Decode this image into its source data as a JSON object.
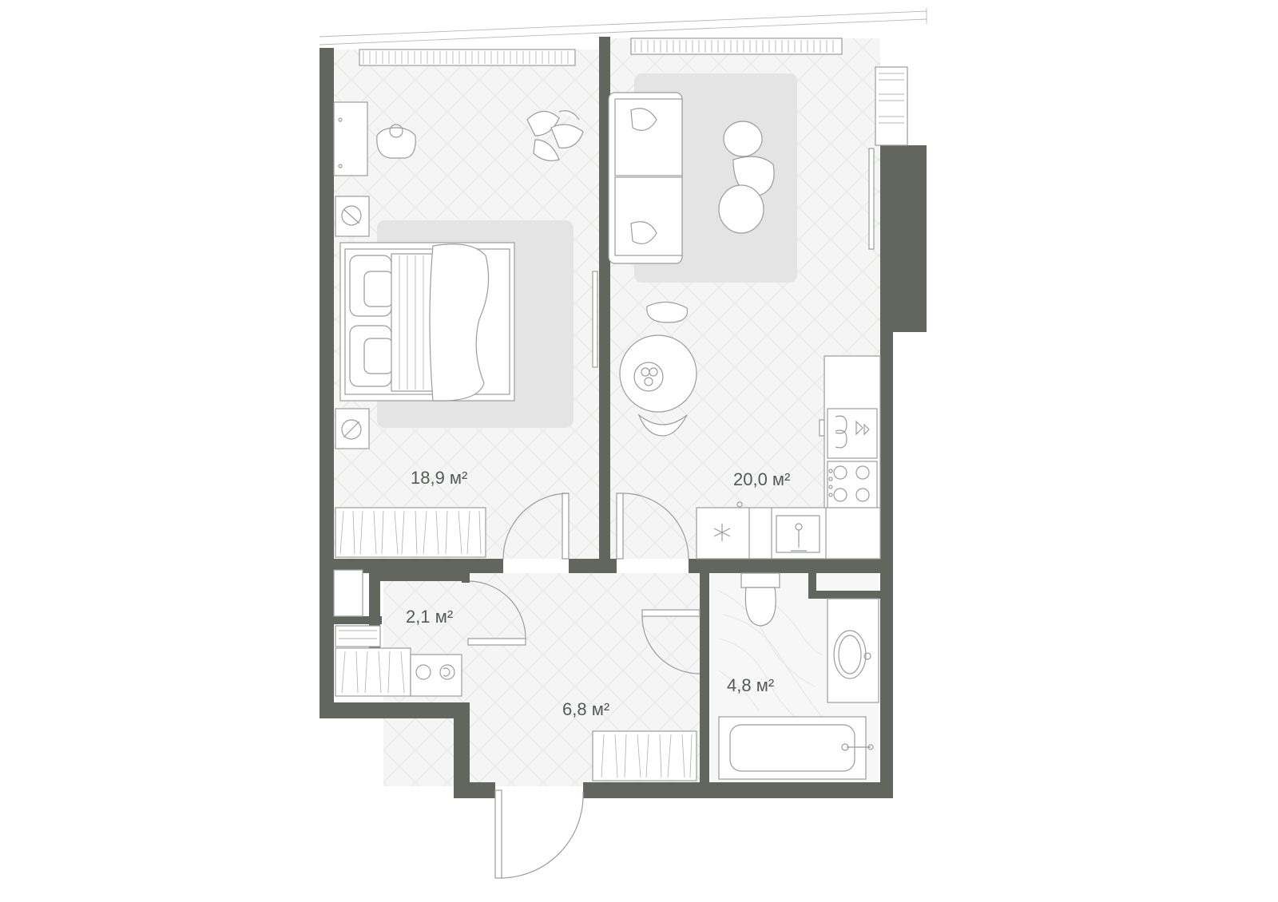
{
  "colors": {
    "wall": "#63665e",
    "floor": "#f4f5f4",
    "rug": "#e3e4e3",
    "furniture_stroke": "#9a9e9b",
    "label": "#555a57"
  },
  "rooms": [
    {
      "id": "bedroom",
      "area": "18,9 м²"
    },
    {
      "id": "living-kitchen",
      "area": "20,0 м²"
    },
    {
      "id": "storage",
      "area": "2,1 м²"
    },
    {
      "id": "hallway",
      "area": "6,8 м²"
    },
    {
      "id": "bathroom",
      "area": "4,8 м²"
    }
  ],
  "icons": [
    "bed-icon",
    "sofa-icon",
    "dining-table-icon",
    "plant-icon",
    "armchair-icon",
    "stove-icon",
    "sink-icon",
    "toilet-icon",
    "bathtub-icon",
    "washing-machine-icon",
    "fridge-icon",
    "radiator-icon",
    "door-icon",
    "wardrobe-icon"
  ]
}
